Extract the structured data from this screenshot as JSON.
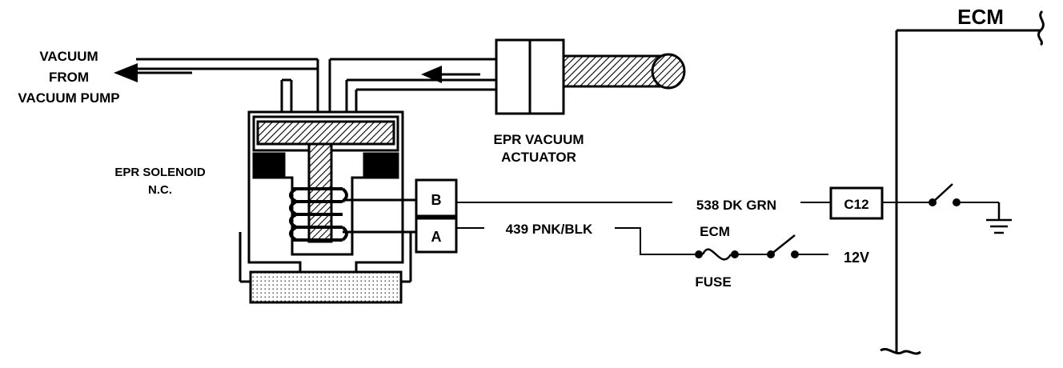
{
  "labels": {
    "vacuum_source": [
      "VACUUM",
      "FROM",
      "VACUUM PUMP"
    ],
    "solenoid": [
      "EPR SOLENOID",
      "N.C."
    ],
    "actuator": [
      "EPR VACUUM",
      "ACTUATOR"
    ],
    "ecm": "ECM",
    "terminal_b": "B",
    "terminal_a": "A",
    "wire_b": "538 DK GRN",
    "wire_a": "439 PNK/BLK",
    "fuse_top": "ECM",
    "fuse_bottom": "FUSE",
    "voltage": "12V",
    "connector": "C12"
  },
  "colors": {
    "line": "#000000",
    "background": "#ffffff"
  }
}
